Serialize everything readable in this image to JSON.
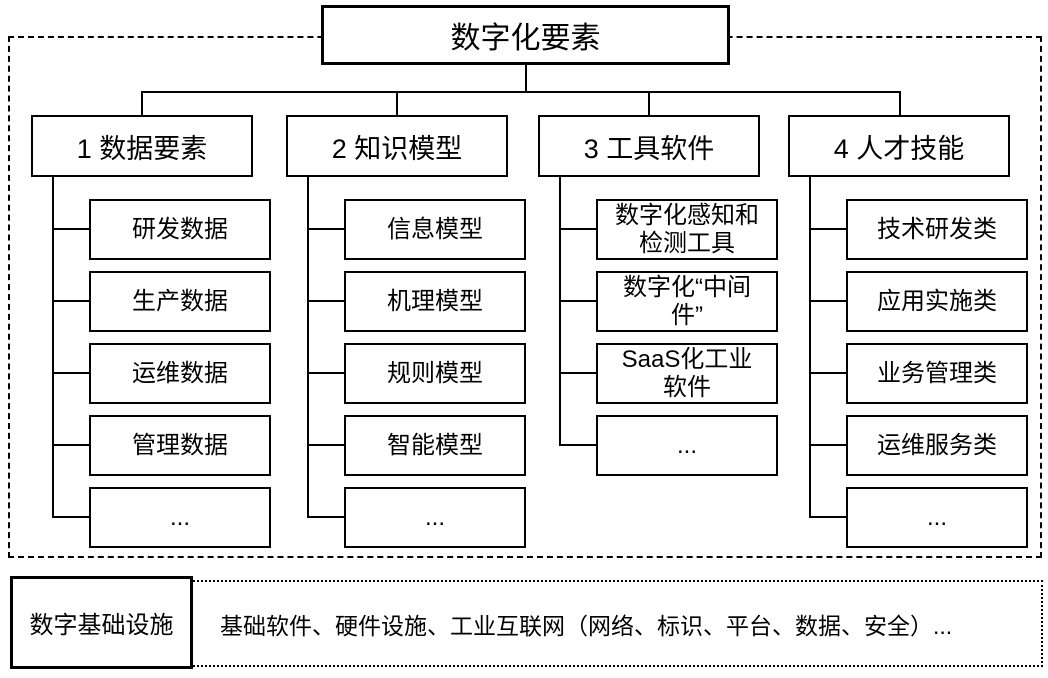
{
  "diagram": {
    "title": "数字化要素",
    "branches": [
      {
        "label": "1 数据要素",
        "children": [
          "研发数据",
          "生产数据",
          "运维数据",
          "管理数据",
          "..."
        ]
      },
      {
        "label": "2 知识模型",
        "children": [
          "信息模型",
          "机理模型",
          "规则模型",
          "智能模型",
          "..."
        ]
      },
      {
        "label": "3 工具软件",
        "children": [
          "数字化感知和\n检测工具",
          "数字化“中间\n件”",
          "SaaS化工业\n软件",
          "..."
        ]
      },
      {
        "label": "4 人才技能",
        "children": [
          "技术研发类",
          "应用实施类",
          "业务管理类",
          "运维服务类",
          "..."
        ]
      }
    ],
    "infrastructure": {
      "label": "数字基础设施",
      "description": "基础软件、硬件设施、工业互联网（网络、标识、平台、数据、安全）..."
    },
    "colors": {
      "line": "#000000",
      "background": "#ffffff"
    }
  }
}
